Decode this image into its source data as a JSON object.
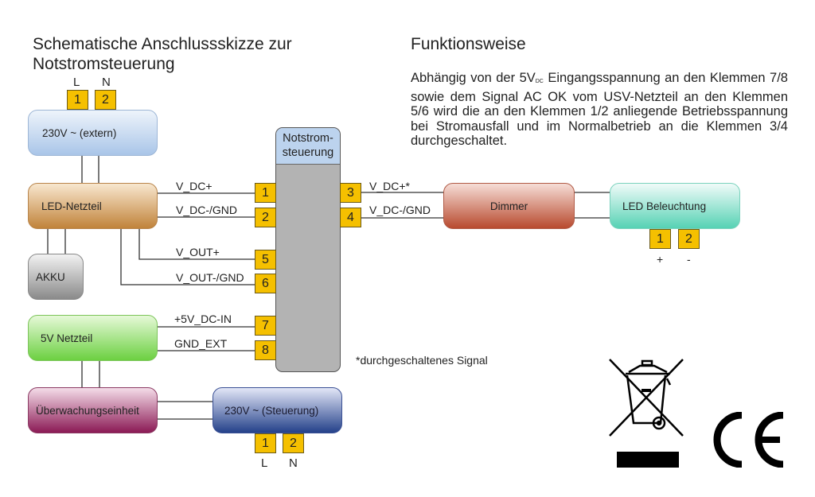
{
  "title": {
    "line1": "Schematische Anschlussskizze zur",
    "line2": "Notstromsteuerung"
  },
  "function": {
    "heading": "Funktionsweise",
    "text_part1": "Abhängig von der 5V",
    "text_sub": "DC",
    "text_part2": " Eingangsspannung an den Klemmen 7/8 sowie dem Signal AC OK vom USV-Netzteil an den Klemmen 5/6 wird die an den Klemmen 1/2 anliegende Betriebsspannung bei Stromausfall und im Normalbetrieb an die Klemmen 3/4 durchgeschaltet."
  },
  "blocks": {
    "extern": "230V ~ (extern)",
    "led_netzteil": "LED-Netzteil",
    "akku": "AKKU",
    "netzteil_5v": "5V Netzteil",
    "ueberwachung": "Überwachungseinheit",
    "steuerung_230": "230V ~ (Steuerung)",
    "notstrom": "Notstrom-\nsteuerung",
    "dimmer": "Dimmer",
    "led_beleuchtung": "LED Beleuchtung"
  },
  "terminals": {
    "extern": [
      {
        "num": "1",
        "label": "L"
      },
      {
        "num": "2",
        "label": "N"
      }
    ],
    "steuerung": [
      {
        "num": "1",
        "label": "L"
      },
      {
        "num": "2",
        "label": "N"
      }
    ],
    "led": [
      {
        "num": "1",
        "label": "+"
      },
      {
        "num": "2",
        "label": "-"
      }
    ],
    "notstrom": [
      "1",
      "2",
      "3",
      "4",
      "5",
      "6",
      "7",
      "8"
    ]
  },
  "signals": {
    "vdc_plus": "V_DC+",
    "vdc_gnd": "V_DC-/GND",
    "vout_plus": "V_OUT+",
    "vout_gnd": "V_OUT-/GND",
    "dc_in": "+5V_DC-IN",
    "gnd_ext": "GND_EXT",
    "vdc_plus_switched": "V_DC+*",
    "vdc_gnd_out": "V_DC-/GND"
  },
  "footnote": "*durchgeschaltenes Signal",
  "symbols": {
    "weee": "weee-crossed-bin-icon",
    "ce": "ce-mark-icon"
  },
  "colors": {
    "terminal": "#f5c000",
    "notstrom_body": "#b3b3b3",
    "notstrom_header": "#bcd3ee"
  }
}
